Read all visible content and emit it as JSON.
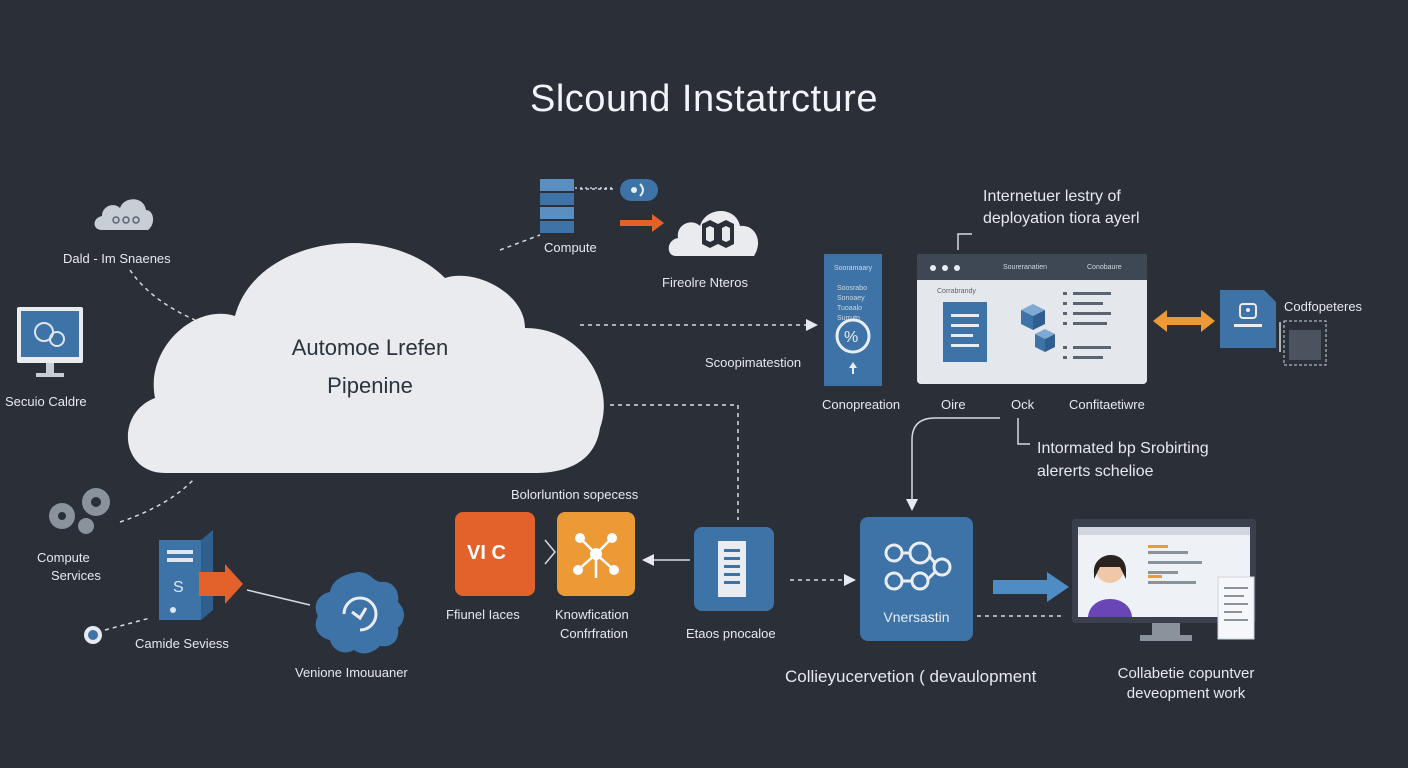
{
  "title": "Slcound Instatrcture",
  "cloud": {
    "line1": "Automoe Lrefen",
    "line2": "Pipenine"
  },
  "left": {
    "cloud_small_label": "Dald - Im Snaenes",
    "monitor_label": "Secuio Caldre",
    "gears_label_1": "Compute",
    "gears_label_2": "Services",
    "server_label": "Camide Seviess",
    "versions_label": "Venione Imouuaner"
  },
  "top": {
    "compute_label": "Compute",
    "firewall_label": "Fireolre Nteros"
  },
  "right_top": {
    "heading_1": "Internetuer lestry of",
    "heading_2": "deployation tiora ayerl",
    "panel_title": "Sooramaary",
    "panel_lines": [
      "Soosrabo",
      "Sonoaey",
      "Tuoaalo",
      "Surrutn"
    ],
    "window_tab_1": "Soureranatien",
    "window_tab_2": "Conobaure",
    "window_item": "Corrabrandy",
    "composition_label": "Conopreation",
    "oire_label": "Oire",
    "ock_label": "Ock",
    "config_label": "Confitaetiwre",
    "codp_label": "Codfopeteres",
    "scope_label": "Scoopimatestion",
    "integrated_1": "Intormated bp Srobirting",
    "integrated_2": "alererts schelioe"
  },
  "bottom": {
    "solution_label": "Bolorluntion sopecess",
    "tile_text": "VI C",
    "funnel_label": "Ffiunel Iaces",
    "knowledge_1": "Knowfication",
    "knowledge_2": "Confrfration",
    "etaos_label": "Etaos pnocaloe",
    "vnersation_label": "Vnersastin",
    "collab_dev_label": "Collieyucervetion ( devaulopment",
    "collab_work_1": "Collabetie copuntver",
    "collab_work_2": "deveopment work"
  },
  "icons": [
    "cloud-icon",
    "gears-icon",
    "monitor-icon",
    "server-icon",
    "refresh-icon",
    "database-icon",
    "firewall-icon",
    "document-icon",
    "lock-icon",
    "network-icon",
    "building-icon",
    "person-icon"
  ],
  "colors": {
    "background": "#2a2f38",
    "blue": "#3d73a6",
    "orange": "#e3622b",
    "amber": "#eb9a35",
    "cloud": "#e9ebee"
  }
}
